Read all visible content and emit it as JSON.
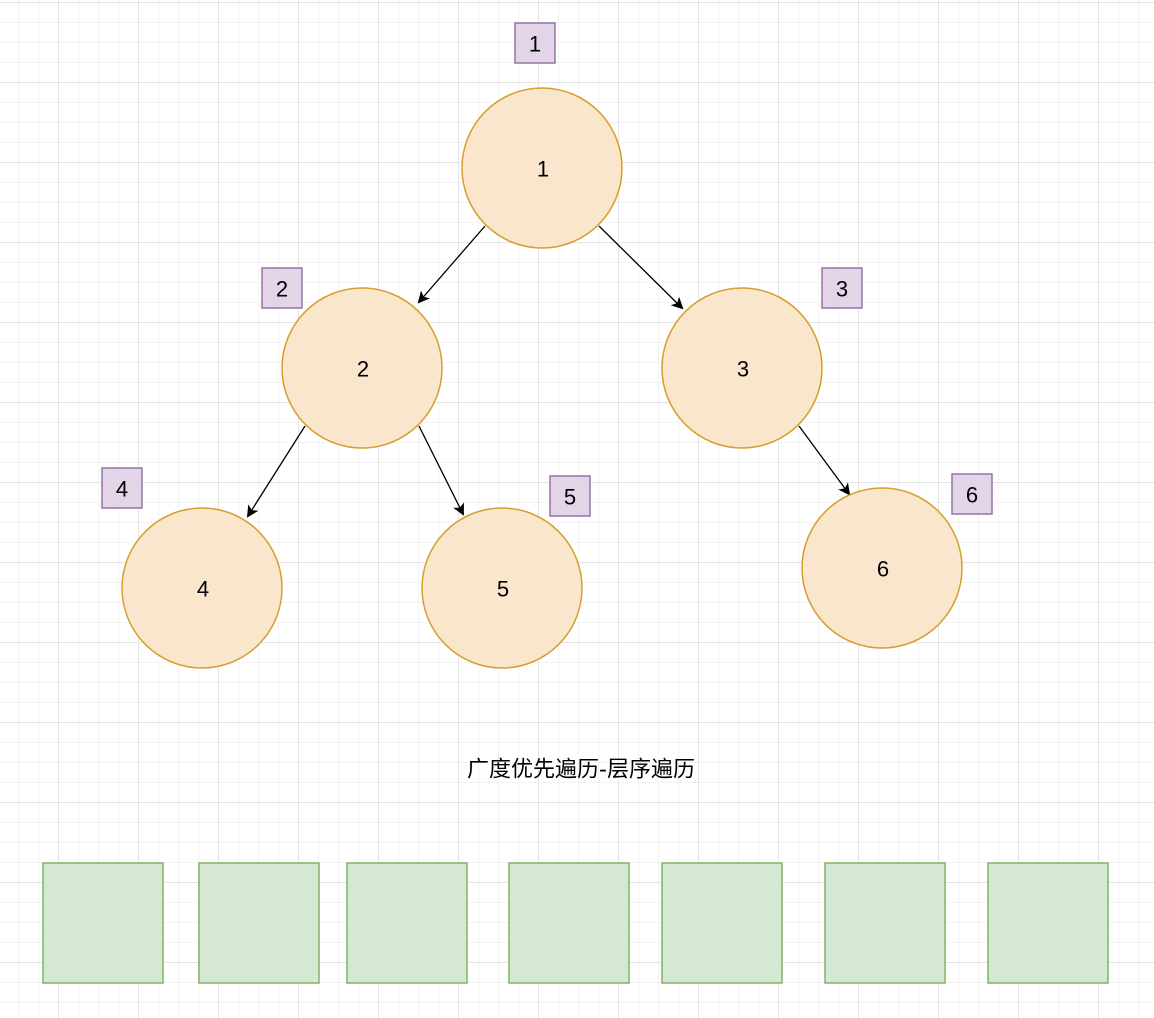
{
  "colors": {
    "node_fill": "#fae5cd",
    "node_stroke": "#d6a02f",
    "order_fill": "#e1d5e7",
    "order_stroke": "#9673a6",
    "slot_fill": "#d5e8d4",
    "slot_stroke": "#82b366",
    "edge": "#000000"
  },
  "tree": {
    "nodes": [
      {
        "id": "1",
        "label": "1"
      },
      {
        "id": "2",
        "label": "2"
      },
      {
        "id": "3",
        "label": "3"
      },
      {
        "id": "4",
        "label": "4"
      },
      {
        "id": "5",
        "label": "5"
      },
      {
        "id": "6",
        "label": "6"
      }
    ],
    "edges": [
      {
        "from": "1",
        "to": "2"
      },
      {
        "from": "1",
        "to": "3"
      },
      {
        "from": "2",
        "to": "4"
      },
      {
        "from": "2",
        "to": "5"
      },
      {
        "from": "3",
        "to": "6"
      }
    ]
  },
  "order_badges": [
    "1",
    "2",
    "3",
    "4",
    "5",
    "6"
  ],
  "caption": "广度优先遍历-层序遍历",
  "result_slots": [
    "",
    "",
    "",
    "",
    "",
    "",
    ""
  ]
}
